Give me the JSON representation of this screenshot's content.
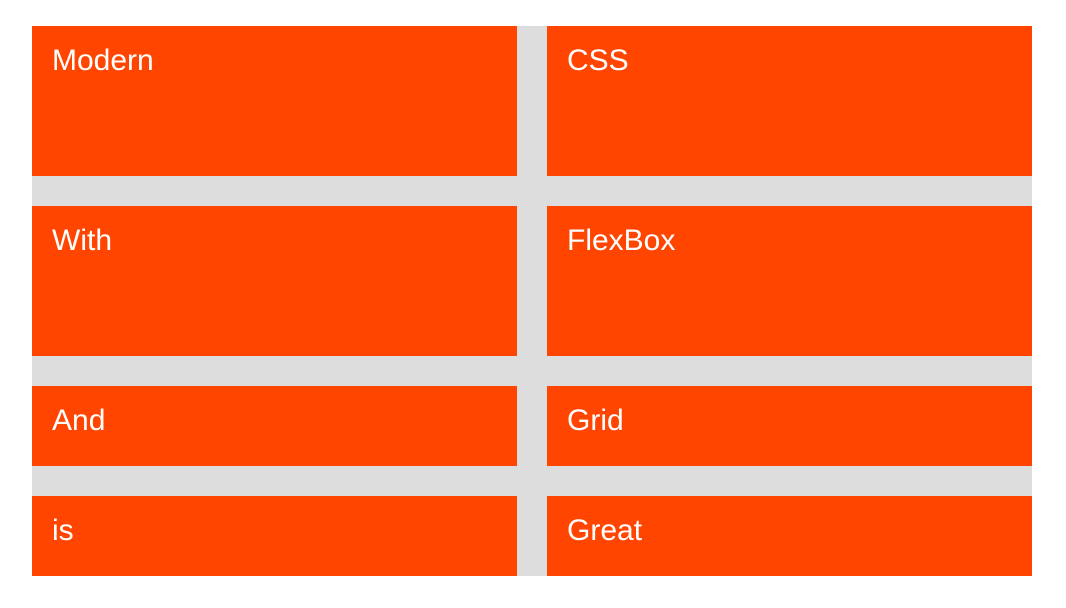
{
  "colors": {
    "page_background": "#ffffff",
    "grid_background": "#dddddd",
    "cell_background": "#ff4500",
    "cell_text": "#ffffff"
  },
  "cells": [
    {
      "label": "Modern"
    },
    {
      "label": "CSS"
    },
    {
      "label": "With"
    },
    {
      "label": "FlexBox"
    },
    {
      "label": "And"
    },
    {
      "label": "Grid"
    },
    {
      "label": "is"
    },
    {
      "label": "Great"
    }
  ]
}
